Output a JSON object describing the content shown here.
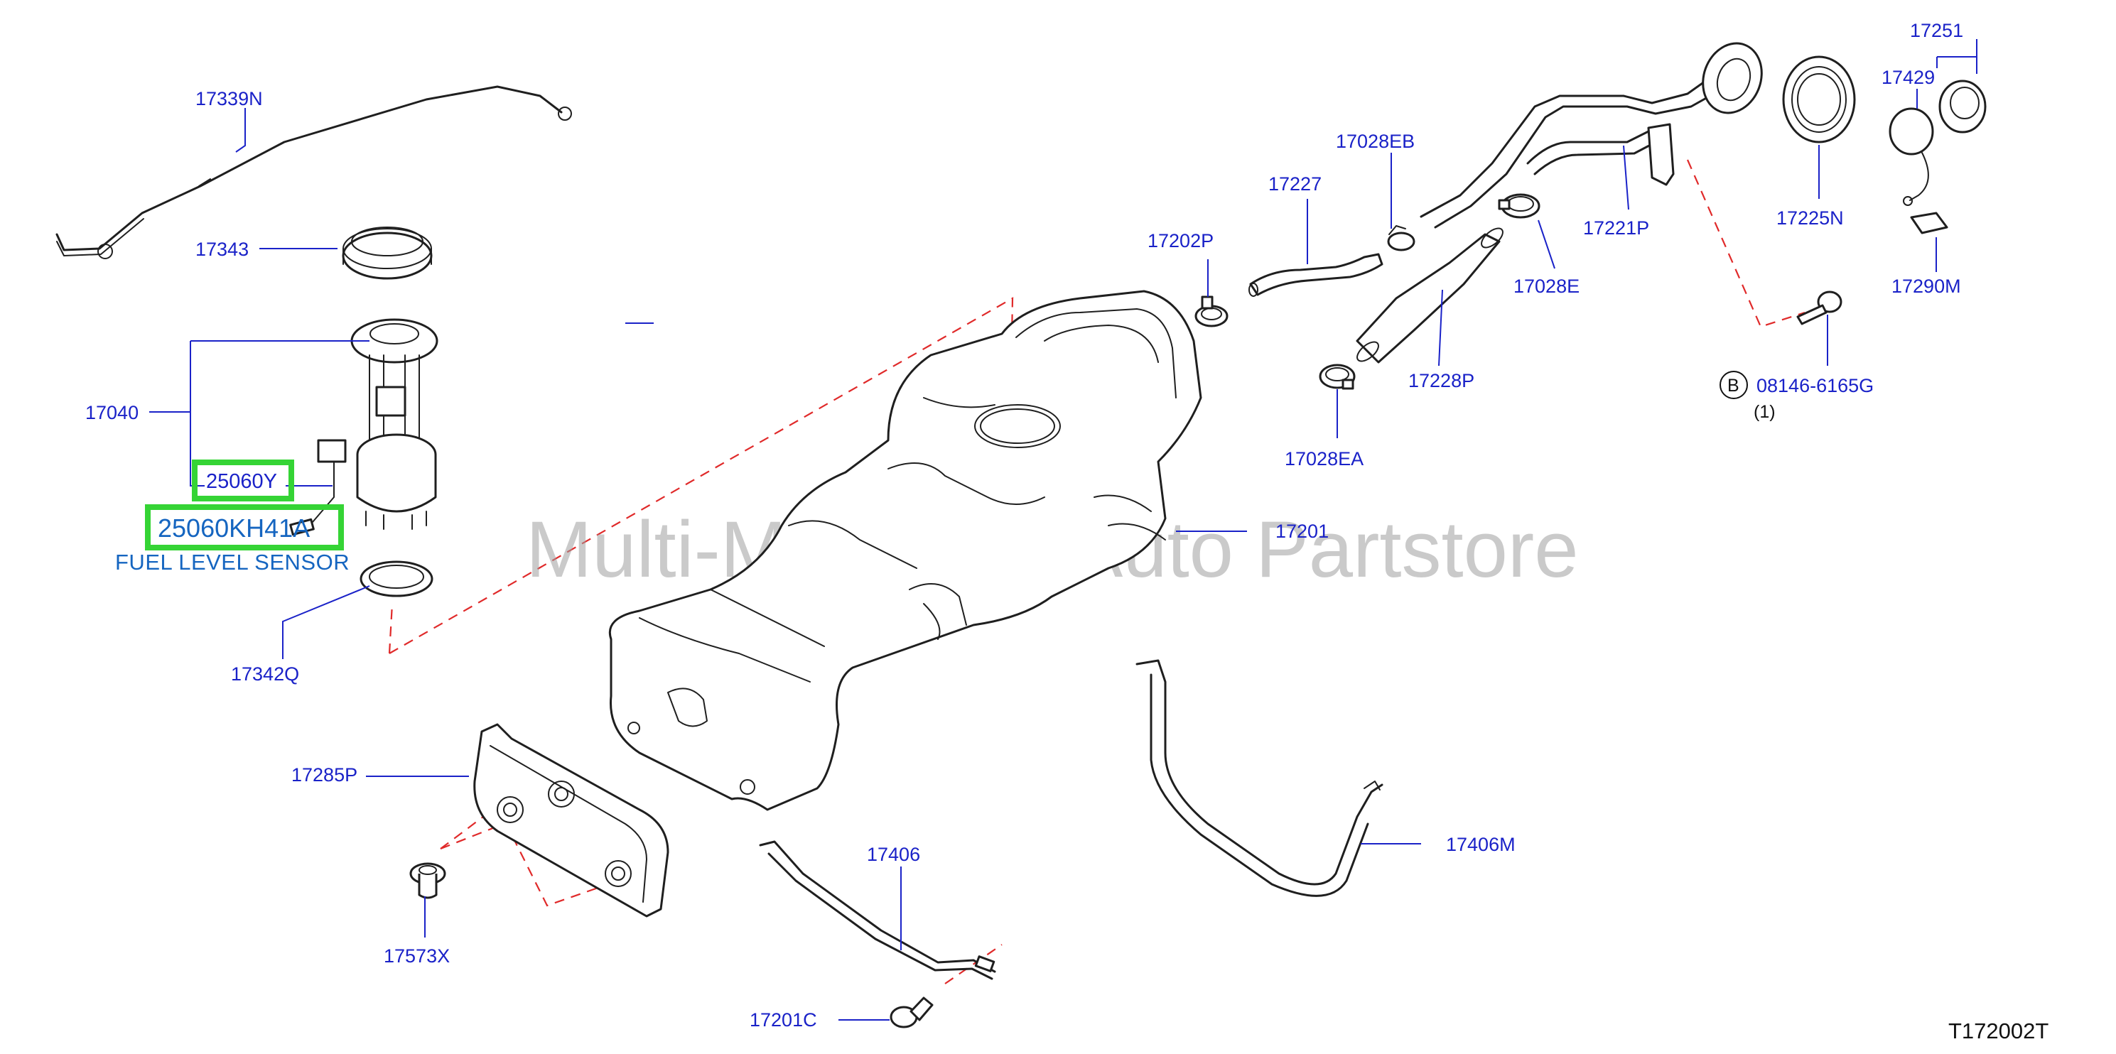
{
  "diagram": {
    "watermark": "Multi-Merchant Auto Partstore",
    "diagram_code": "T172002T",
    "highlight_color": "#35d435",
    "label_color": "#1a22c8",
    "dash_color": "#e02a2a",
    "sensor_caption": "FUEL LEVEL SENSOR",
    "highlighted_parts": {
      "sub_unit": "25060Y",
      "sensor": "25060KH41A"
    },
    "parts": {
      "p17339N": "17339N",
      "p17343": "17343",
      "p17040": "17040",
      "p17342Q": "17342Q",
      "p17285P": "17285P",
      "p17573X": "17573X",
      "p17406": "17406",
      "p17201C": "17201C",
      "p17201": "17201",
      "p17406M": "17406M",
      "p17202P": "17202P",
      "p17227": "17227",
      "p17028EB": "17028EB",
      "p17028E": "17028E",
      "p17228P": "17228P",
      "p17028EA": "17028EA",
      "p17221P": "17221P",
      "p17225N": "17225N",
      "p17251": "17251",
      "p17429": "17429",
      "p17290M": "17290M",
      "p08146": "08146-6165G"
    },
    "bolt_symbol": "B",
    "bolt_qty": "(1)"
  }
}
